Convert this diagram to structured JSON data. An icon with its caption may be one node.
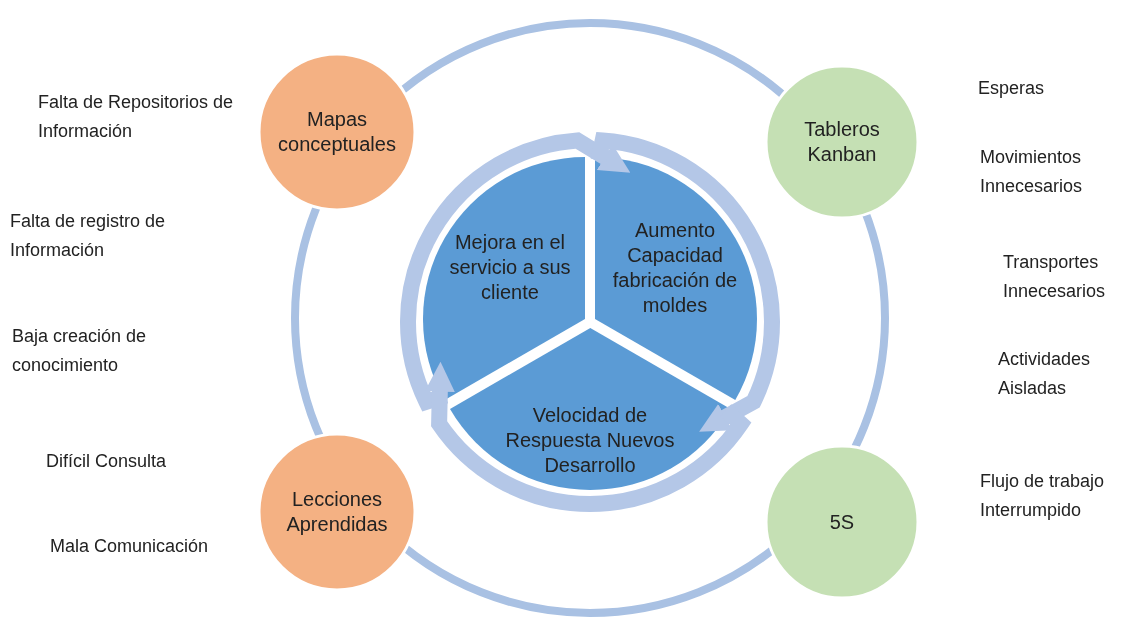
{
  "diagram": {
    "nodes": [
      {
        "text": [],
        "shape": "circle"
      },
      {
        "text": [
          "Mejora en el servicio a sus cliente"
        ],
        "in": 0
      },
      {
        "text": [
          "Aumento Capacidad fabricación de moldes"
        ],
        "in": 0
      },
      {
        "text": [
          "Velocidad de Respuesta Nuevos Desarrollo"
        ],
        "in": 0
      },
      {
        "text": [
          "Mapas conceptuales"
        ]
      },
      {
        "text": [
          "Tableros Kanban"
        ]
      },
      {
        "text": [
          "Lecciones Aprendidas"
        ]
      },
      {
        "text": [
          "5S"
        ]
      }
    ],
    "edges": [
      {
        "from": 1,
        "to": 2,
        "arrow": "to"
      },
      {
        "from": 2,
        "to": 3,
        "arrow": "to"
      },
      {
        "from": 3,
        "to": 1,
        "arrow": "to"
      }
    ],
    "labels": [
      "Falta de Repositorios de Información",
      "Esperas",
      "Movimientos Innecesarios",
      "Falta de registro de Información",
      "Transportes Innecesarios",
      "Baja creación de conocimiento",
      "Actividades Aisladas",
      "Difícil Consulta",
      "Flujo de trabajo Interrumpido",
      "Mala Comunicación"
    ]
  }
}
